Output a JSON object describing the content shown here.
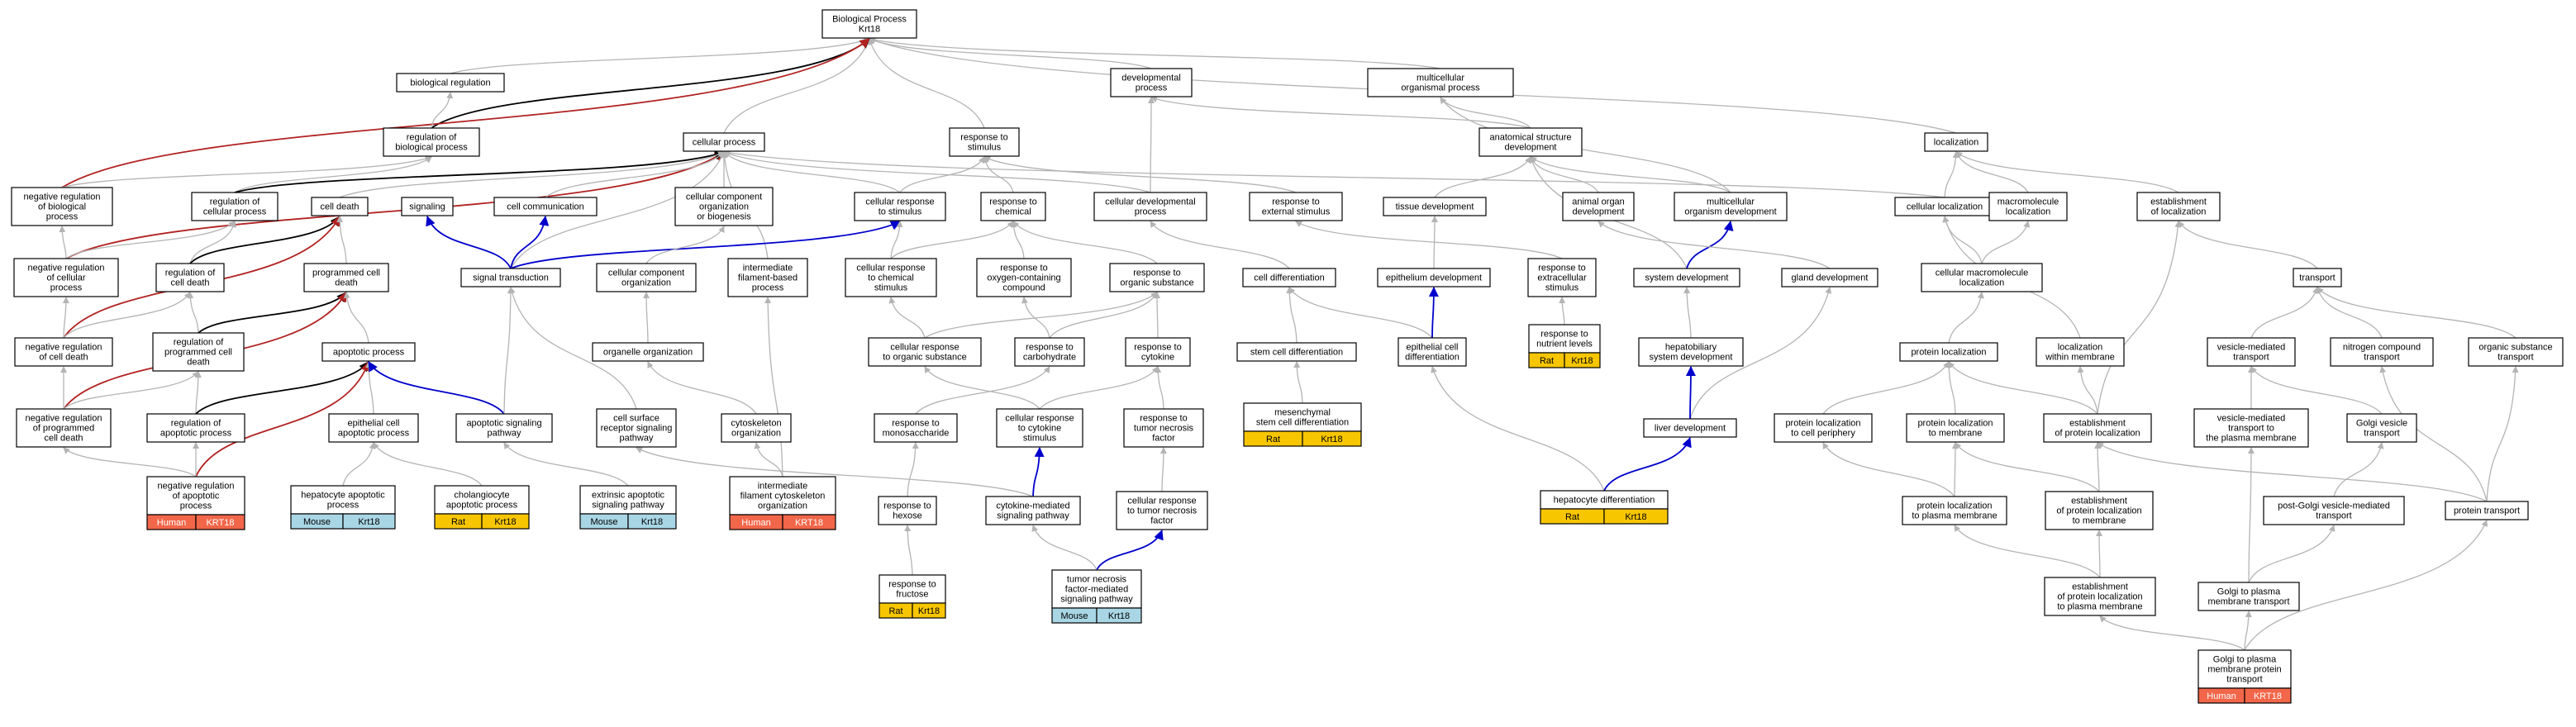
{
  "colors": {
    "node_fill": "#ffffff",
    "node_stroke": "#000000",
    "edge_gray": "#b4b4b4",
    "edge_black": "#000000",
    "edge_red": "#b22222",
    "edge_blue": "#0000cc",
    "human_badge": "#f26649",
    "mouse_badge": "#a9d6e5",
    "rat_badge": "#f7c600"
  },
  "nodes": {
    "bp": {
      "lines": [
        "Biological Process",
        "Krt18"
      ]
    },
    "bioreg": {
      "lines": [
        "biological regulation"
      ]
    },
    "devproc": {
      "lines": [
        "developmental",
        "process"
      ]
    },
    "multiorg": {
      "lines": [
        "multicellular",
        "organismal process"
      ]
    },
    "regbp": {
      "lines": [
        "regulation of",
        "biological process"
      ]
    },
    "cellproc": {
      "lines": [
        "cellular process"
      ]
    },
    "respstim": {
      "lines": [
        "response to",
        "stimulus"
      ]
    },
    "anatdev": {
      "lines": [
        "anatomical structure",
        "development"
      ]
    },
    "localization": {
      "lines": [
        "localization"
      ]
    },
    "negregbp": {
      "lines": [
        "negative regulation",
        "of biological",
        "process"
      ]
    },
    "regcellproc": {
      "lines": [
        "regulation of",
        "cellular process"
      ]
    },
    "celldeath": {
      "lines": [
        "cell death"
      ]
    },
    "signaling": {
      "lines": [
        "signaling"
      ]
    },
    "cellcomm": {
      "lines": [
        "cell communication"
      ]
    },
    "ccob": {
      "lines": [
        "cellular component",
        "organization",
        "or biogenesis"
      ]
    },
    "cellrespstim": {
      "lines": [
        "cellular response",
        "to stimulus"
      ]
    },
    "respchem": {
      "lines": [
        "response to",
        "chemical"
      ]
    },
    "celldevproc": {
      "lines": [
        "cellular developmental",
        "process"
      ]
    },
    "respextstim": {
      "lines": [
        "response to",
        "external stimulus"
      ]
    },
    "tissuedev": {
      "lines": [
        "tissue development"
      ]
    },
    "animalorgandev": {
      "lines": [
        "animal organ",
        "development"
      ]
    },
    "multiorgdev": {
      "lines": [
        "multicellular",
        "organism development"
      ]
    },
    "cellloc": {
      "lines": [
        "cellular localization"
      ]
    },
    "macroloc": {
      "lines": [
        "macromolecule",
        "localization"
      ]
    },
    "establoc": {
      "lines": [
        "establishment",
        "of localization"
      ]
    },
    "negregcellproc": {
      "lines": [
        "negative regulation",
        "of cellular",
        "process"
      ]
    },
    "regcelldeath": {
      "lines": [
        "regulation of",
        "cell death"
      ]
    },
    "progcelldeath": {
      "lines": [
        "programmed cell",
        "death"
      ]
    },
    "signaltrans": {
      "lines": [
        "signal transduction"
      ]
    },
    "ccorg": {
      "lines": [
        "cellular component",
        "organization"
      ]
    },
    "ifbp": {
      "lines": [
        "intermediate",
        "filament-based",
        "process"
      ]
    },
    "cellrespchem": {
      "lines": [
        "cellular response",
        "to chemical",
        "stimulus"
      ]
    },
    "respoxy": {
      "lines": [
        "response to",
        "oxygen-containing",
        "compound"
      ]
    },
    "resporg": {
      "lines": [
        "response to",
        "organic substance"
      ]
    },
    "celldiff": {
      "lines": [
        "cell differentiation"
      ]
    },
    "epithdev": {
      "lines": [
        "epithelium development"
      ]
    },
    "respextra": {
      "lines": [
        "response to",
        "extracellular",
        "stimulus"
      ]
    },
    "sysdev": {
      "lines": [
        "system development"
      ]
    },
    "glanddev": {
      "lines": [
        "gland development"
      ]
    },
    "cellmacroloc": {
      "lines": [
        "cellular macromolecule",
        "localization"
      ]
    },
    "transport": {
      "lines": [
        "transport"
      ]
    },
    "negregcelldeath": {
      "lines": [
        "negative regulation",
        "of cell death"
      ]
    },
    "regpcd": {
      "lines": [
        "regulation of",
        "programmed cell",
        "death"
      ]
    },
    "apoproc": {
      "lines": [
        "apoptotic process"
      ]
    },
    "orgorg": {
      "lines": [
        "organelle organization"
      ]
    },
    "cellresporg": {
      "lines": [
        "cellular response",
        "to organic substance"
      ]
    },
    "respcarb": {
      "lines": [
        "response to",
        "carbohydrate"
      ]
    },
    "respcyto": {
      "lines": [
        "response to",
        "cytokine"
      ]
    },
    "stemdiff": {
      "lines": [
        "stem cell differentiation"
      ]
    },
    "epithdiff": {
      "lines": [
        "epithelial cell",
        "differentiation"
      ]
    },
    "respnutr": {
      "lines": [
        "response to",
        "nutrient levels"
      ],
      "badge": [
        "Rat",
        "Krt18"
      ],
      "badge_color": "rat"
    },
    "hepbil": {
      "lines": [
        "hepatobiliary",
        "system development"
      ]
    },
    "protloc": {
      "lines": [
        "protein localization"
      ]
    },
    "locwithin": {
      "lines": [
        "localization",
        "within membrane"
      ]
    },
    "vesmed": {
      "lines": [
        "vesicle-mediated",
        "transport"
      ]
    },
    "nitro": {
      "lines": [
        "nitrogen compound",
        "transport"
      ]
    },
    "orgsubst": {
      "lines": [
        "organic substance",
        "transport"
      ]
    },
    "negregpcd": {
      "lines": [
        "negative regulation",
        "of programmed",
        "cell death"
      ]
    },
    "regapo": {
      "lines": [
        "regulation of",
        "apoptotic process"
      ]
    },
    "epithapo": {
      "lines": [
        "epithelial cell",
        "apoptotic process"
      ]
    },
    "aposig": {
      "lines": [
        "apoptotic signaling",
        "pathway"
      ]
    },
    "cellsurf": {
      "lines": [
        "cell surface",
        "receptor signaling",
        "pathway"
      ]
    },
    "cytoorg": {
      "lines": [
        "cytoskeleton",
        "organization"
      ]
    },
    "respmono": {
      "lines": [
        "response to",
        "monosaccharide"
      ]
    },
    "cellrespcyto": {
      "lines": [
        "cellular response",
        "to cytokine",
        "stimulus"
      ]
    },
    "resptnf": {
      "lines": [
        "response to",
        "tumor necrosis",
        "factor"
      ]
    },
    "mesench": {
      "lines": [
        "mesenchymal",
        "stem cell differentiation"
      ],
      "badge": [
        "Rat",
        "Krt18"
      ],
      "badge_color": "rat"
    },
    "liverdev": {
      "lines": [
        "liver development"
      ]
    },
    "protlocperi": {
      "lines": [
        "protein localization",
        "to cell periphery"
      ]
    },
    "protlocmem": {
      "lines": [
        "protein localization",
        "to membrane"
      ]
    },
    "estabprotloc": {
      "lines": [
        "establishment",
        "of protein localization"
      ]
    },
    "vesmedpm": {
      "lines": [
        "vesicle-mediated",
        "transport to",
        "the plasma membrane"
      ]
    },
    "golgives": {
      "lines": [
        "Golgi vesicle",
        "transport"
      ]
    },
    "negregapo": {
      "lines": [
        "negative regulation",
        "of apoptotic",
        "process"
      ],
      "badge": [
        "Human",
        "KRT18"
      ],
      "badge_color": "human"
    },
    "hepapo": {
      "lines": [
        "hepatocyte apoptotic",
        "process"
      ],
      "badge": [
        "Mouse",
        "Krt18"
      ],
      "badge_color": "mouse"
    },
    "cholapo": {
      "lines": [
        "cholangiocyte",
        "apoptotic process"
      ],
      "badge": [
        "Rat",
        "Krt18"
      ],
      "badge_color": "rat"
    },
    "extapo": {
      "lines": [
        "extrinsic apoptotic",
        "signaling pathway"
      ],
      "badge": [
        "Mouse",
        "Krt18"
      ],
      "badge_color": "mouse"
    },
    "ifcyto": {
      "lines": [
        "intermediate",
        "filament cytoskeleton",
        "organization"
      ],
      "badge": [
        "Human",
        "KRT18"
      ],
      "badge_color": "human"
    },
    "resphex": {
      "lines": [
        "response to",
        "hexose"
      ]
    },
    "cytomed": {
      "lines": [
        "cytokine-mediated",
        "signaling pathway"
      ]
    },
    "cellresptnf": {
      "lines": [
        "cellular response",
        "to tumor necrosis",
        "factor"
      ]
    },
    "hepdiff": {
      "lines": [
        "hepatocyte differentiation"
      ],
      "badge": [
        "Rat",
        "Krt18"
      ],
      "badge_color": "rat"
    },
    "protlocpm": {
      "lines": [
        "protein localization",
        "to plasma membrane"
      ]
    },
    "estabprotmem": {
      "lines": [
        "establishment",
        "of protein localization",
        "to membrane"
      ]
    },
    "postgolgi": {
      "lines": [
        "post-Golgi vesicle-mediated",
        "transport"
      ]
    },
    "prottrans": {
      "lines": [
        "protein transport"
      ]
    },
    "respfruc": {
      "lines": [
        "response to",
        "fructose"
      ],
      "badge": [
        "Rat",
        "Krt18"
      ],
      "badge_color": "rat"
    },
    "tnfsig": {
      "lines": [
        "tumor necrosis",
        "factor-mediated",
        "signaling pathway"
      ],
      "badge": [
        "Mouse",
        "Krt18"
      ],
      "badge_color": "mouse"
    },
    "estabprotpm": {
      "lines": [
        "establishment",
        "of protein localization",
        "to plasma membrane"
      ]
    },
    "golgipm": {
      "lines": [
        "Golgi to plasma",
        "membrane transport"
      ]
    },
    "golgipmprot": {
      "lines": [
        "Golgi to plasma",
        "membrane protein",
        "transport"
      ],
      "badge": [
        "Human",
        "KRT18"
      ],
      "badge_color": "human"
    }
  },
  "edges": [
    [
      "bioreg",
      "bp",
      "gray"
    ],
    [
      "devproc",
      "bp",
      "gray"
    ],
    [
      "multiorg",
      "bp",
      "gray"
    ],
    [
      "cellproc",
      "bp",
      "gray"
    ],
    [
      "respstim",
      "bp",
      "gray"
    ],
    [
      "localization",
      "bp",
      "gray"
    ],
    [
      "regbp",
      "bp",
      "black"
    ],
    [
      "negregbp",
      "bp",
      "red"
    ],
    [
      "regbp",
      "bioreg",
      "gray"
    ],
    [
      "anatdev",
      "devproc",
      "gray"
    ],
    [
      "anatdev",
      "multiorg",
      "gray"
    ],
    [
      "multiorgdev",
      "multiorg",
      "gray"
    ],
    [
      "celldevproc",
      "devproc",
      "gray"
    ],
    [
      "negregbp",
      "regbp",
      "gray"
    ],
    [
      "regcellproc",
      "regbp",
      "gray"
    ],
    [
      "negregcellproc",
      "cellproc",
      "red"
    ],
    [
      "regcellproc",
      "cellproc",
      "black"
    ],
    [
      "celldeath",
      "cellproc",
      "gray"
    ],
    [
      "cellcomm",
      "cellproc",
      "gray"
    ],
    [
      "ccob",
      "cellproc",
      "gray"
    ],
    [
      "cellrespstim",
      "cellproc",
      "gray"
    ],
    [
      "celldevproc",
      "cellproc",
      "gray"
    ],
    [
      "signaltrans",
      "cellproc",
      "gray"
    ],
    [
      "ifbp",
      "cellproc",
      "gray"
    ],
    [
      "cellloc",
      "cellproc",
      "gray"
    ],
    [
      "cellrespstim",
      "respstim",
      "gray"
    ],
    [
      "respchem",
      "respstim",
      "gray"
    ],
    [
      "respextstim",
      "respstim",
      "gray"
    ],
    [
      "tissuedev",
      "anatdev",
      "gray"
    ],
    [
      "animalorgandev",
      "anatdev",
      "gray"
    ],
    [
      "multiorgdev",
      "anatdev",
      "gray"
    ],
    [
      "sysdev",
      "anatdev",
      "gray"
    ],
    [
      "cellloc",
      "localization",
      "gray"
    ],
    [
      "macroloc",
      "localization",
      "gray"
    ],
    [
      "establoc",
      "localization",
      "gray"
    ],
    [
      "negregcellproc",
      "negregbp",
      "gray"
    ],
    [
      "negregcellproc",
      "regcellproc",
      "gray"
    ],
    [
      "regcelldeath",
      "regcellproc",
      "gray"
    ],
    [
      "regcelldeath",
      "celldeath",
      "black"
    ],
    [
      "negregcelldeath",
      "celldeath",
      "red"
    ],
    [
      "progcelldeath",
      "celldeath",
      "gray"
    ],
    [
      "signaltrans",
      "signaling",
      "blue"
    ],
    [
      "signaltrans",
      "cellcomm",
      "blue"
    ],
    [
      "signaltrans",
      "cellrespstim",
      "blue"
    ],
    [
      "ccorg",
      "ccob",
      "gray"
    ],
    [
      "cellrespchem",
      "cellrespstim",
      "gray"
    ],
    [
      "cellrespchem",
      "respchem",
      "gray"
    ],
    [
      "respoxy",
      "respchem",
      "gray"
    ],
    [
      "resporg",
      "respchem",
      "gray"
    ],
    [
      "celldiff",
      "celldevproc",
      "gray"
    ],
    [
      "epithdev",
      "tissuedev",
      "gray"
    ],
    [
      "respextra",
      "respextstim",
      "gray"
    ],
    [
      "sysdev",
      "multiorgdev",
      "blue"
    ],
    [
      "glanddev",
      "animalorgandev",
      "gray"
    ],
    [
      "cellmacroloc",
      "cellloc",
      "gray"
    ],
    [
      "cellmacroloc",
      "macroloc",
      "gray"
    ],
    [
      "transport",
      "establoc",
      "gray"
    ],
    [
      "locwithin",
      "cellloc",
      "gray"
    ],
    [
      "estabprotloc",
      "establoc",
      "gray"
    ],
    [
      "negregcelldeath",
      "negregcellproc",
      "gray"
    ],
    [
      "negregcelldeath",
      "regcelldeath",
      "gray"
    ],
    [
      "regpcd",
      "regcelldeath",
      "gray"
    ],
    [
      "regpcd",
      "progcelldeath",
      "black"
    ],
    [
      "negregpcd",
      "progcelldeath",
      "red"
    ],
    [
      "apoproc",
      "progcelldeath",
      "gray"
    ],
    [
      "orgorg",
      "ccorg",
      "gray"
    ],
    [
      "cellresporg",
      "cellrespchem",
      "gray"
    ],
    [
      "cellresporg",
      "resporg",
      "gray"
    ],
    [
      "respcarb",
      "respoxy",
      "gray"
    ],
    [
      "respcarb",
      "resporg",
      "gray"
    ],
    [
      "respcyto",
      "resporg",
      "gray"
    ],
    [
      "stemdiff",
      "celldiff",
      "gray"
    ],
    [
      "epithdiff",
      "celldiff",
      "gray"
    ],
    [
      "epithdiff",
      "epithdev",
      "blue"
    ],
    [
      "respnutr",
      "respextra",
      "gray"
    ],
    [
      "hepbil",
      "sysdev",
      "gray"
    ],
    [
      "liverdev",
      "glanddev",
      "gray"
    ],
    [
      "protloc",
      "cellmacroloc",
      "gray"
    ],
    [
      "vesmed",
      "transport",
      "gray"
    ],
    [
      "nitro",
      "transport",
      "gray"
    ],
    [
      "orgsubst",
      "transport",
      "gray"
    ],
    [
      "negregpcd",
      "negregcelldeath",
      "gray"
    ],
    [
      "negregpcd",
      "regpcd",
      "gray"
    ],
    [
      "regapo",
      "regpcd",
      "gray"
    ],
    [
      "regapo",
      "apoproc",
      "black"
    ],
    [
      "negregapo",
      "apoproc",
      "red"
    ],
    [
      "epithapo",
      "apoproc",
      "gray"
    ],
    [
      "aposig",
      "apoproc",
      "blue"
    ],
    [
      "aposig",
      "signaltrans",
      "gray"
    ],
    [
      "cellsurf",
      "signaltrans",
      "gray"
    ],
    [
      "cytoorg",
      "orgorg",
      "gray"
    ],
    [
      "ifcyto",
      "ifbp",
      "gray"
    ],
    [
      "respmono",
      "respcarb",
      "gray"
    ],
    [
      "cellrespcyto",
      "respcyto",
      "gray"
    ],
    [
      "cellrespcyto",
      "cellresporg",
      "gray"
    ],
    [
      "resptnf",
      "respcyto",
      "gray"
    ],
    [
      "mesench",
      "stemdiff",
      "gray"
    ],
    [
      "liverdev",
      "hepbil",
      "blue"
    ],
    [
      "protlocperi",
      "protloc",
      "gray"
    ],
    [
      "protlocmem",
      "protloc",
      "gray"
    ],
    [
      "estabprotloc",
      "protloc",
      "gray"
    ],
    [
      "vesmedpm",
      "vesmed",
      "gray"
    ],
    [
      "golgives",
      "vesmed",
      "gray"
    ],
    [
      "negregapo",
      "negregpcd",
      "gray"
    ],
    [
      "negregapo",
      "regapo",
      "gray"
    ],
    [
      "hepapo",
      "epithapo",
      "gray"
    ],
    [
      "cholapo",
      "epithapo",
      "gray"
    ],
    [
      "extapo",
      "aposig",
      "gray"
    ],
    [
      "ifcyto",
      "cytoorg",
      "gray"
    ],
    [
      "resphex",
      "respmono",
      "gray"
    ],
    [
      "cytomed",
      "cellrespcyto",
      "blue"
    ],
    [
      "cytomed",
      "cellsurf",
      "gray"
    ],
    [
      "cellresptnf",
      "resptnf",
      "gray"
    ],
    [
      "hepdiff",
      "epithdiff",
      "gray"
    ],
    [
      "hepdiff",
      "liverdev",
      "blue"
    ],
    [
      "protlocpm",
      "protlocmem",
      "gray"
    ],
    [
      "protlocpm",
      "protlocperi",
      "gray"
    ],
    [
      "estabprotmem",
      "estabprotloc",
      "gray"
    ],
    [
      "estabprotmem",
      "protlocmem",
      "gray"
    ],
    [
      "postgolgi",
      "golgives",
      "gray"
    ],
    [
      "prottrans",
      "estabprotloc",
      "gray"
    ],
    [
      "prottrans",
      "orgsubst",
      "gray"
    ],
    [
      "prottrans",
      "nitro",
      "gray"
    ],
    [
      "estabprotloc",
      "locwithin",
      "gray"
    ],
    [
      "respfruc",
      "resphex",
      "gray"
    ],
    [
      "tnfsig",
      "cellresptnf",
      "blue"
    ],
    [
      "tnfsig",
      "cytomed",
      "gray"
    ],
    [
      "estabprotpm",
      "protlocpm",
      "gray"
    ],
    [
      "estabprotpm",
      "estabprotmem",
      "gray"
    ],
    [
      "golgipm",
      "vesmedpm",
      "gray"
    ],
    [
      "golgipm",
      "postgolgi",
      "gray"
    ],
    [
      "golgipmprot",
      "golgipm",
      "gray"
    ],
    [
      "golgipmprot",
      "estabprotpm",
      "gray"
    ],
    [
      "golgipmprot",
      "prottrans",
      "gray"
    ]
  ]
}
